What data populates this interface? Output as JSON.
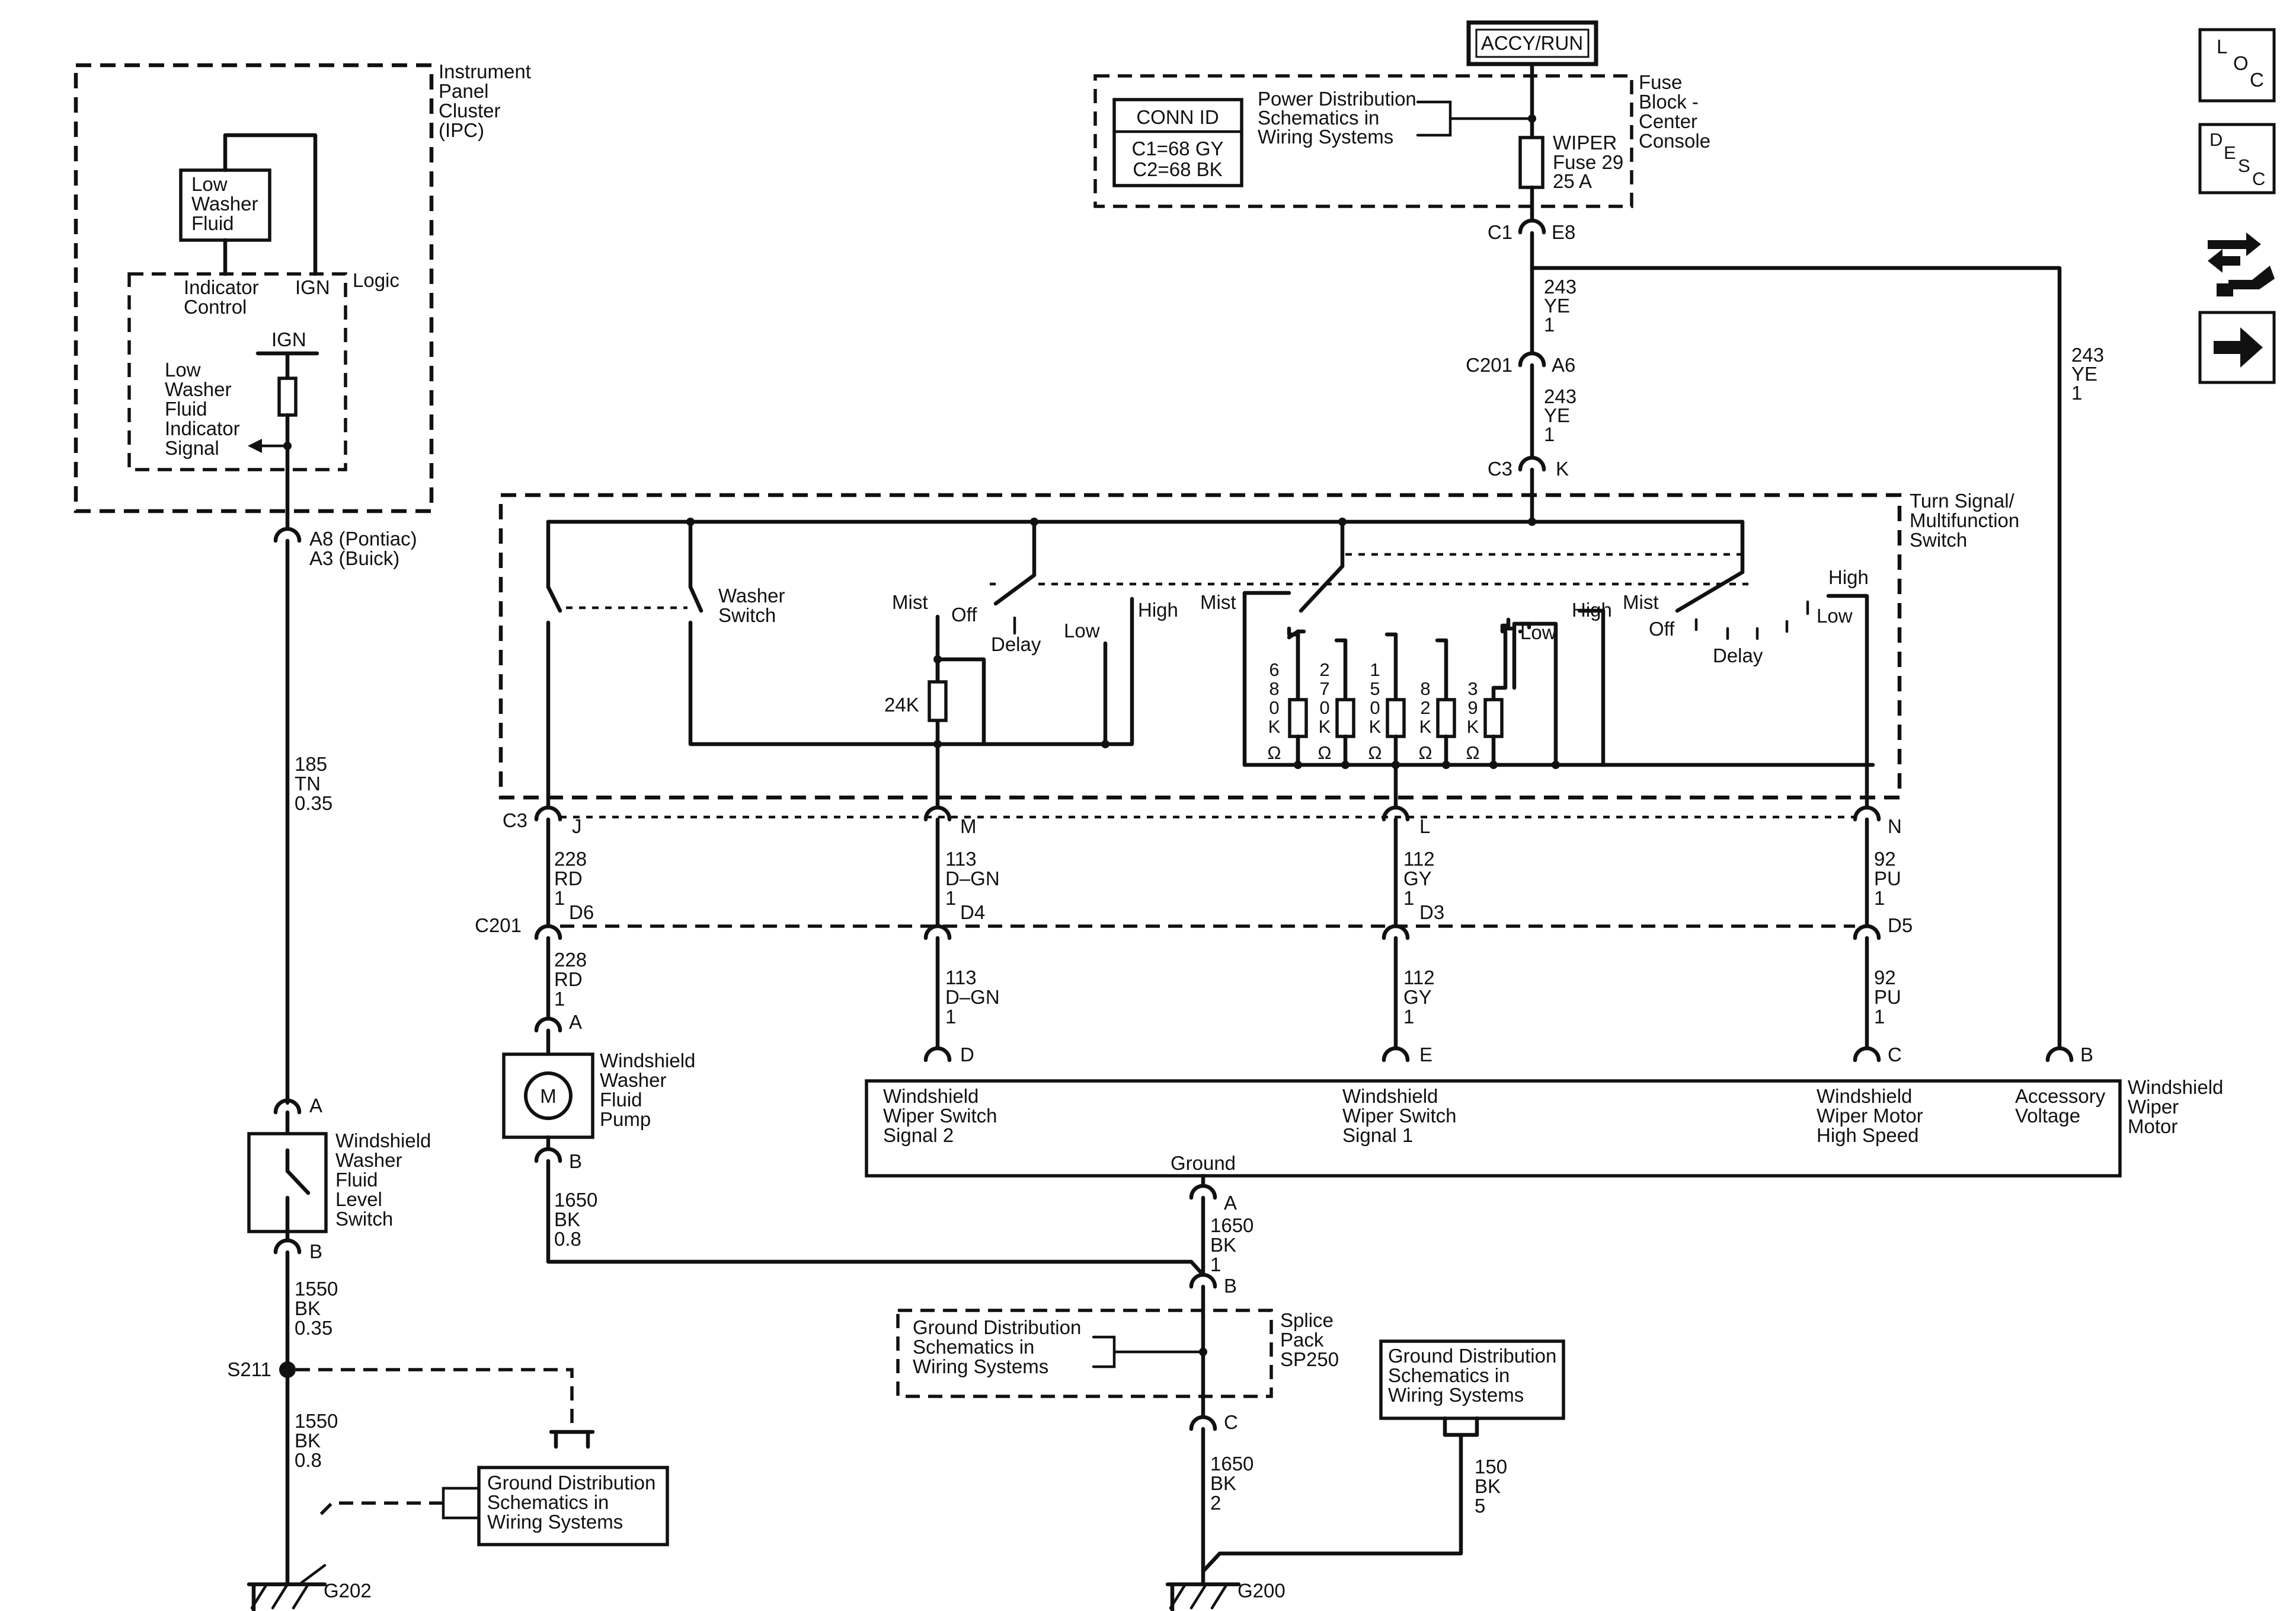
{
  "power_source": "ACCY/RUN",
  "fuse_block": {
    "title": [
      "Fuse",
      "Block -",
      "Center",
      "Console"
    ],
    "conn_id": {
      "header": "CONN ID",
      "lines": [
        "C1=68 GY",
        "C2=68 BK"
      ]
    },
    "power_ref": [
      "Power Distribution",
      "Schematics in",
      "Wiring  Systems"
    ],
    "fuse": [
      "WIPER",
      "Fuse 29",
      "25 A"
    ]
  },
  "ipc": {
    "title": [
      "Instrument",
      "Panel",
      "Cluster",
      "(IPC)"
    ],
    "lamp": [
      "Low",
      "Washer",
      "Fluid"
    ],
    "logic_label": "Logic",
    "indicator_control": [
      "Indicator",
      "Control"
    ],
    "ign_top": "IGN",
    "ign_res": "IGN",
    "signal": [
      "Low",
      "Washer",
      "Fluid",
      "Indicator",
      "Signal"
    ]
  },
  "connectors": {
    "c1": "C1",
    "e8": "E8",
    "c201": "C201",
    "a6": "A6",
    "c3": "C3",
    "k": "K",
    "a8": "A8 (Pontiac)",
    "a3": "A3 (Buick)",
    "c3b": "C3",
    "j": "J",
    "m": "M",
    "l": "L",
    "n": "N",
    "c201b": "C201",
    "d6": "D6",
    "d4": "D4",
    "d3": "D3",
    "d5": "D5",
    "pump_a": "A",
    "pump_b": "B",
    "motor_d": "D",
    "motor_e": "E",
    "motor_c": "C",
    "motor_b": "B",
    "lvl_a": "A",
    "lvl_b": "B",
    "gnd_a": "A",
    "sp_b": "B",
    "sp_c": "C"
  },
  "wires": {
    "w243a": [
      "243",
      "YE",
      "1"
    ],
    "w243b": [
      "243",
      "YE",
      "1"
    ],
    "w243c": [
      "243",
      "YE",
      "1"
    ],
    "w185": [
      "185",
      "TN",
      "0.35"
    ],
    "w228a": [
      "228",
      "RD",
      "1"
    ],
    "w113a": [
      "113",
      "D–GN",
      "1"
    ],
    "w112a": [
      "112",
      "GY",
      "1"
    ],
    "w92a": [
      "92",
      "PU",
      "1"
    ],
    "w228b": [
      "228",
      "RD",
      "1"
    ],
    "w113b": [
      "113",
      "D–GN",
      "1"
    ],
    "w112b": [
      "112",
      "GY",
      "1"
    ],
    "w92b": [
      "92",
      "PU",
      "1"
    ],
    "w1650a": [
      "1650",
      "BK",
      "0.8"
    ],
    "w1650b": [
      "1650",
      "BK",
      "1"
    ],
    "w1650c": [
      "1650",
      "BK",
      "2"
    ],
    "w1550a": [
      "1550",
      "BK",
      "0.35"
    ],
    "w1550b": [
      "1550",
      "BK",
      "0.8"
    ],
    "w150": [
      "150",
      "BK",
      "5"
    ]
  },
  "switch": {
    "title": [
      "Turn Signal/",
      "Multifunction",
      "Switch"
    ],
    "washer": [
      "Washer",
      "Switch"
    ],
    "mist1": "Mist",
    "off1": "Off",
    "delay1": "Delay",
    "low1": "Low",
    "high1": "High",
    "res24k": "24K",
    "mist2": "Mist",
    "low2": "Low",
    "high2": "High",
    "mist3": "Mist",
    "off3": "Off",
    "delay3": "Delay",
    "low3": "Low",
    "high3": "High",
    "resistors": [
      [
        "6",
        "8",
        "0",
        "K",
        "Ω"
      ],
      [
        "2",
        "7",
        "0",
        "K",
        "Ω"
      ],
      [
        "1",
        "5",
        "0",
        "K",
        "Ω"
      ],
      [
        "8",
        "2",
        "K",
        "Ω"
      ],
      [
        "3",
        "9",
        "K",
        "Ω"
      ]
    ]
  },
  "pump": {
    "label": [
      "Windshield",
      "Washer",
      "Fluid",
      "Pump"
    ],
    "symbol": "M"
  },
  "level_switch": [
    "Windshield",
    "Washer",
    "Fluid",
    "Level",
    "Switch"
  ],
  "motor": {
    "title": [
      "Windshield",
      "Wiper",
      "Motor"
    ],
    "sig2": [
      "Windshield",
      "Wiper Switch",
      "Signal 2"
    ],
    "sig1": [
      "Windshield",
      "Wiper Switch",
      "Signal 1"
    ],
    "high": [
      "Windshield",
      "Wiper Motor",
      "High Speed"
    ],
    "acc": [
      "Accessory",
      "Voltage"
    ],
    "ground": "Ground"
  },
  "splice": {
    "label": [
      "Splice",
      "Pack",
      "SP250"
    ],
    "ref": [
      "Ground Distribution",
      "Schematics in",
      "Wiring Systems"
    ]
  },
  "grounds": {
    "s211": "S211",
    "g202": "G202",
    "g200": "G200",
    "ref_left": [
      "Ground Distribution",
      "Schematics in",
      "Wiring Systems"
    ],
    "ref_right": [
      "Ground Distribution",
      "Schematics in",
      "Wiring Systems"
    ]
  },
  "nav_icons": {
    "loc": [
      "L",
      "O",
      "C"
    ],
    "desc": [
      "D",
      "E",
      "S",
      "C"
    ],
    "icons": [
      "loc-icon",
      "desc-icon",
      "connector-tools-icon",
      "next-arrow-icon"
    ]
  }
}
